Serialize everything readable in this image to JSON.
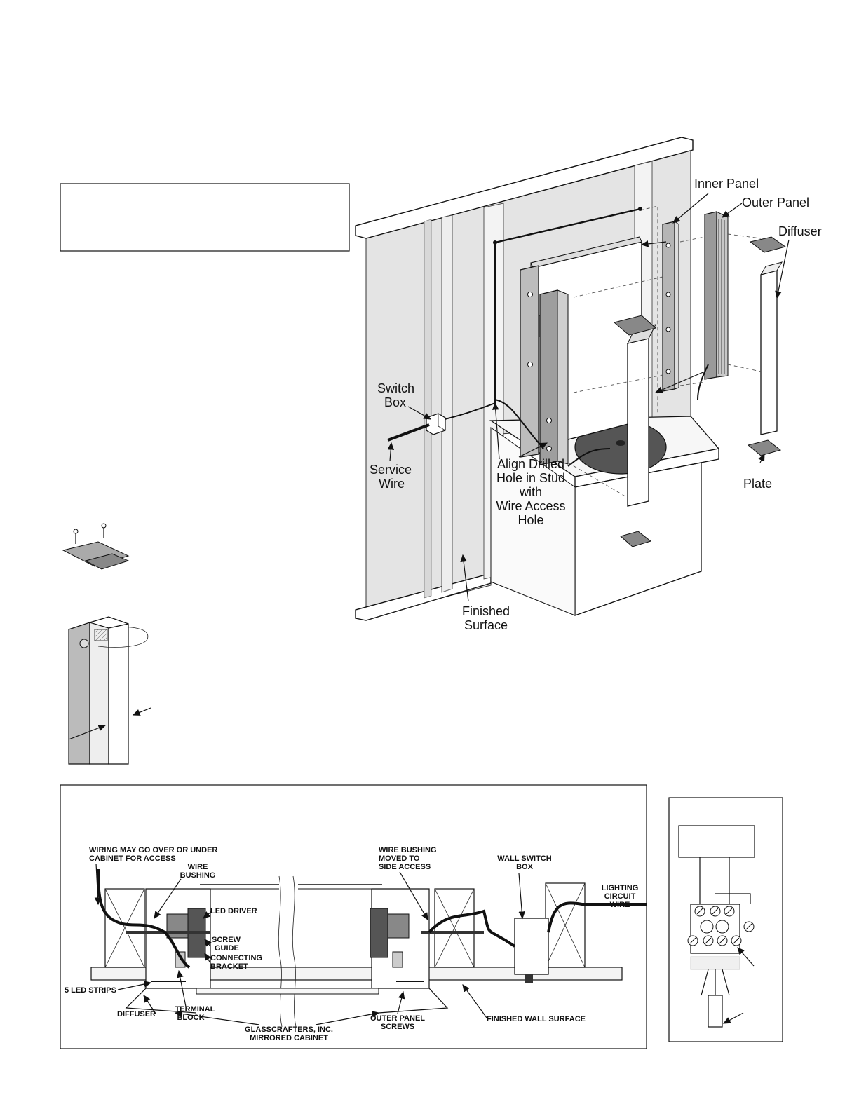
{
  "main_labels": {
    "inner_panel": "Inner Panel",
    "outer_panel": "Outer Panel",
    "diffuser": "Diffuser",
    "switch_box": [
      "Switch",
      "Box"
    ],
    "service_wire": [
      "Service",
      "Wire"
    ],
    "align_note": [
      "Align Drilled",
      "Hole in Stud",
      "with",
      "Wire Access",
      "Hole"
    ],
    "plate": "Plate",
    "finished_surface": [
      "Finished",
      "Surface"
    ]
  },
  "section_labels": {
    "wiring_note": [
      "WIRING MAY GO OVER OR UNDER",
      "CABINET FOR ACCESS"
    ],
    "wire_bushing": [
      "WIRE",
      "BUSHING"
    ],
    "led_driver": "LED DRIVER",
    "screw_guide": [
      "SCREW",
      "GUIDE"
    ],
    "connecting_bracket": [
      "CONNECTING",
      "BRACKET"
    ],
    "led_strips": "5 LED STRIPS",
    "diffuser": "DIFFUSER",
    "terminal_block": [
      "TERMINAL",
      "BLOCK"
    ],
    "cabinet": [
      "GLASSCRAFTERS, INC.",
      "MIRRORED CABINET"
    ],
    "wire_bushing_moved": [
      "WIRE BUSHING",
      "MOVED TO",
      "SIDE ACCESS"
    ],
    "outer_panel_screws": [
      "OUTER PANEL",
      "SCREWS"
    ],
    "wall_switch_box": [
      "WALL SWITCH",
      "BOX"
    ],
    "lighting_circuit_wire": [
      "LIGHTING",
      "CIRCUIT",
      "WIRE"
    ],
    "finished_wall_surface": "FINISHED WALL SURFACE"
  }
}
